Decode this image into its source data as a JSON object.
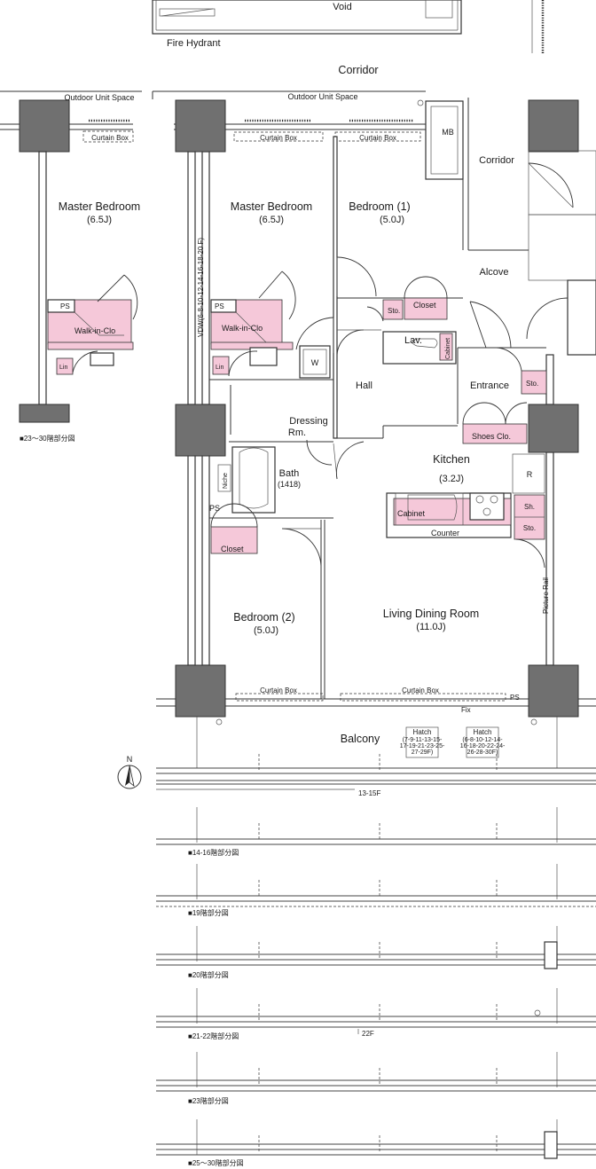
{
  "labels": {
    "void": "Void",
    "fire_hydrant": "Fire Hydrant",
    "corridor_top": "Corridor",
    "outdoor_unit_left": "Outdoor Unit Space",
    "outdoor_unit_main": "Outdoor Unit Space",
    "curtain_box": "Curtain Box",
    "mb": "MB",
    "corridor_right": "Corridor",
    "alcove": "Alcove",
    "master_bedroom": "Master Bedroom",
    "master_bedroom_size": "(6.5J)",
    "bedroom1": "Bedroom (1)",
    "bedroom1_size": "(5.0J)",
    "bedroom2": "Bedroom (2)",
    "bedroom2_size": "(5.0J)",
    "ps": "PS",
    "walk_in": "Walk-in-Clo",
    "lin": "Lin",
    "w": "W",
    "sto": "Sto.",
    "closet": "Closet",
    "lav": "Lav.",
    "cabinet": "Cabinet",
    "hall": "Hall",
    "entrance": "Entrance",
    "dressing": "Dressing",
    "dressing2": "Rm.",
    "shoes": "Shoes Clo.",
    "kitchen": "Kitchen",
    "kitchen_size": "(3.2J)",
    "r": "R",
    "sh": "Sh.",
    "counter": "Counter",
    "bath": "Bath",
    "bath_size": "(1418)",
    "niche": "Niche",
    "ldr": "Living Dining Room",
    "ldr_size": "(11.0J)",
    "picture_rail": "Picture Rail",
    "vdw": "VDW(6-8-10-12-14-16-18-20 F)",
    "fix": "Fix",
    "balcony": "Balcony",
    "hatch": "Hatch",
    "hatch1_l1": "(7-9-11-13-15-",
    "hatch1_l2": "17-19-21-23-25-",
    "hatch1_l3": "27-29F)",
    "hatch2_l1": "(6-8-10-12-14-",
    "hatch2_l2": "16-18-20-22-24-",
    "hatch2_l3": "26-28-30F)",
    "north": "N",
    "f1315": "13-15F",
    "f22": "22F"
  },
  "captions": {
    "c2330": "■23～30階部分図",
    "c1416": "■14-16階部分図",
    "c19": "■19階部分図",
    "c20": "■20階部分図",
    "c2122": "■21-22階部分図",
    "c23": "■23階部分図",
    "c2530": "■25～30階部分図"
  }
}
